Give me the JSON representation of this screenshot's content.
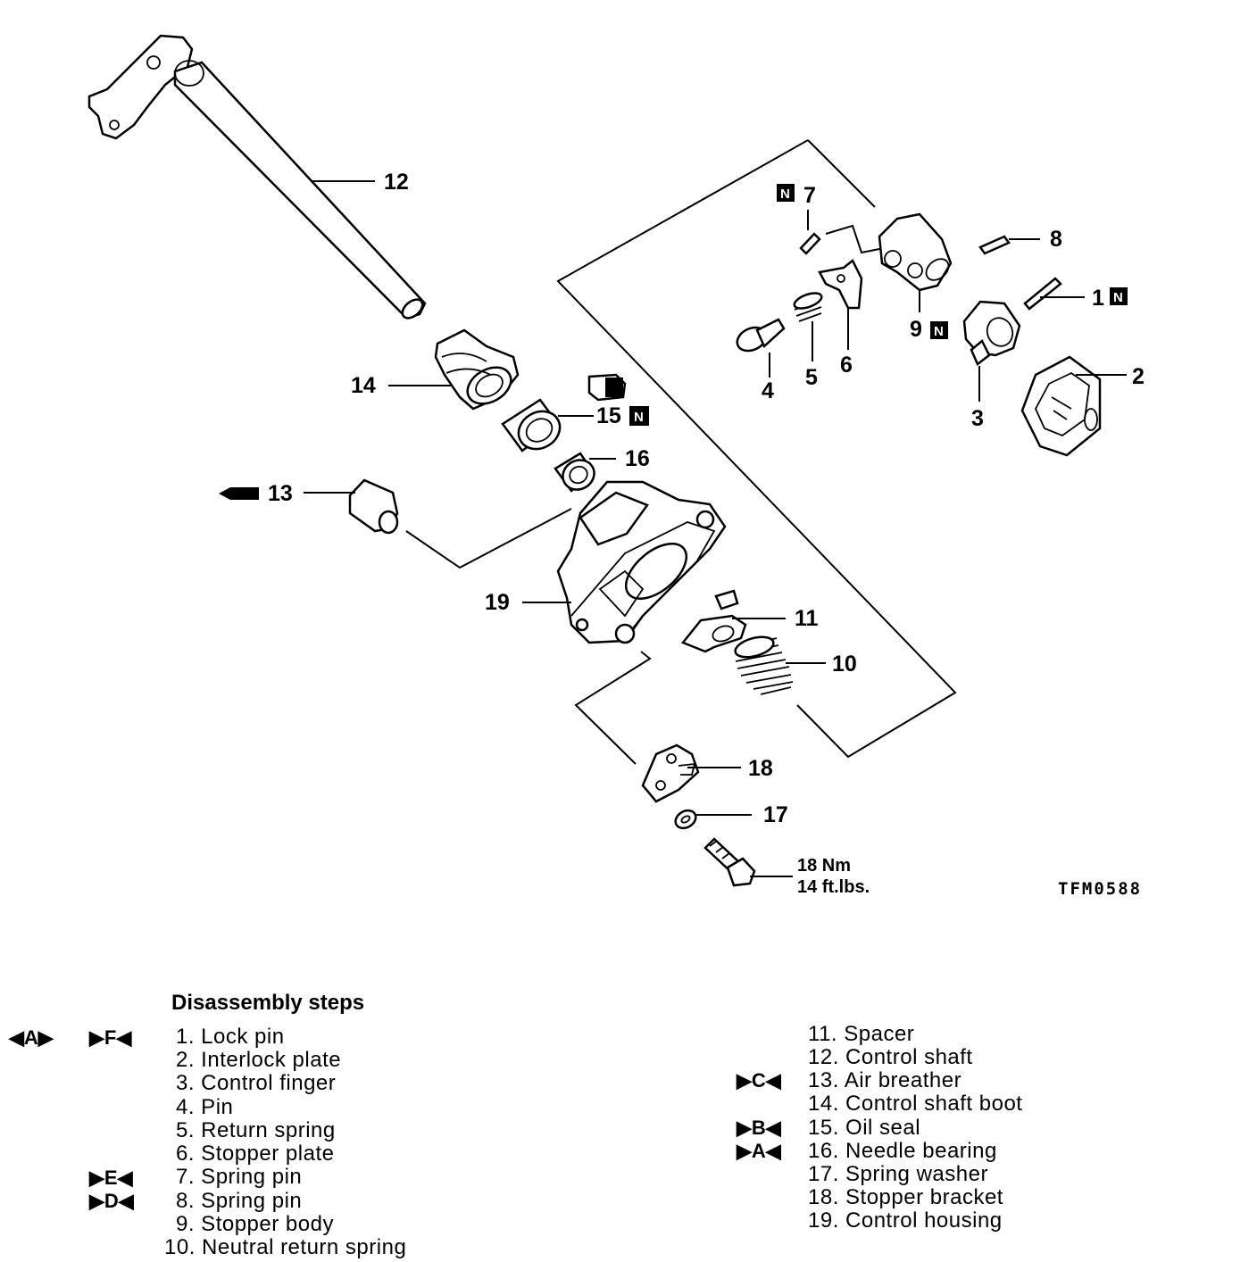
{
  "callouts": {
    "c1": "1",
    "c2": "2",
    "c3": "3",
    "c4": "4",
    "c5": "5",
    "c6": "6",
    "c7": "7",
    "c8": "8",
    "c9": "9",
    "c10": "10",
    "c11": "11",
    "c12": "12",
    "c13": "13",
    "c14": "14",
    "c15": "15",
    "c16": "16",
    "c17": "17",
    "c18": "18",
    "c19": "19",
    "n_badge": "N"
  },
  "torque": {
    "nm": "18 Nm",
    "ftlbs": "14 ft.lbs."
  },
  "figure_code": "TFM0588",
  "steps": {
    "title": "Disassembly steps",
    "items": [
      "1. Lock pin",
      "2. Interlock plate",
      "3. Control finger",
      "4. Pin",
      "5. Return spring",
      "6. Stopper plate",
      "7. Spring pin",
      "8. Spring pin",
      "9. Stopper body",
      "10. Neutral return spring",
      "11. Spacer",
      "12. Control shaft",
      "13. Air breather",
      "14. Control shaft boot",
      "15. Oil seal",
      "16. Needle bearing",
      "17. Spring washer",
      "18. Stopper bracket",
      "19. Control housing"
    ],
    "marks": {
      "s1_a": "◀A▶",
      "s1_b": "▶F◀",
      "s7": "▶E◀",
      "s8": "▶D◀",
      "s13": "▶C◀",
      "s15": "▶B◀",
      "s16": "▶A◀"
    }
  }
}
